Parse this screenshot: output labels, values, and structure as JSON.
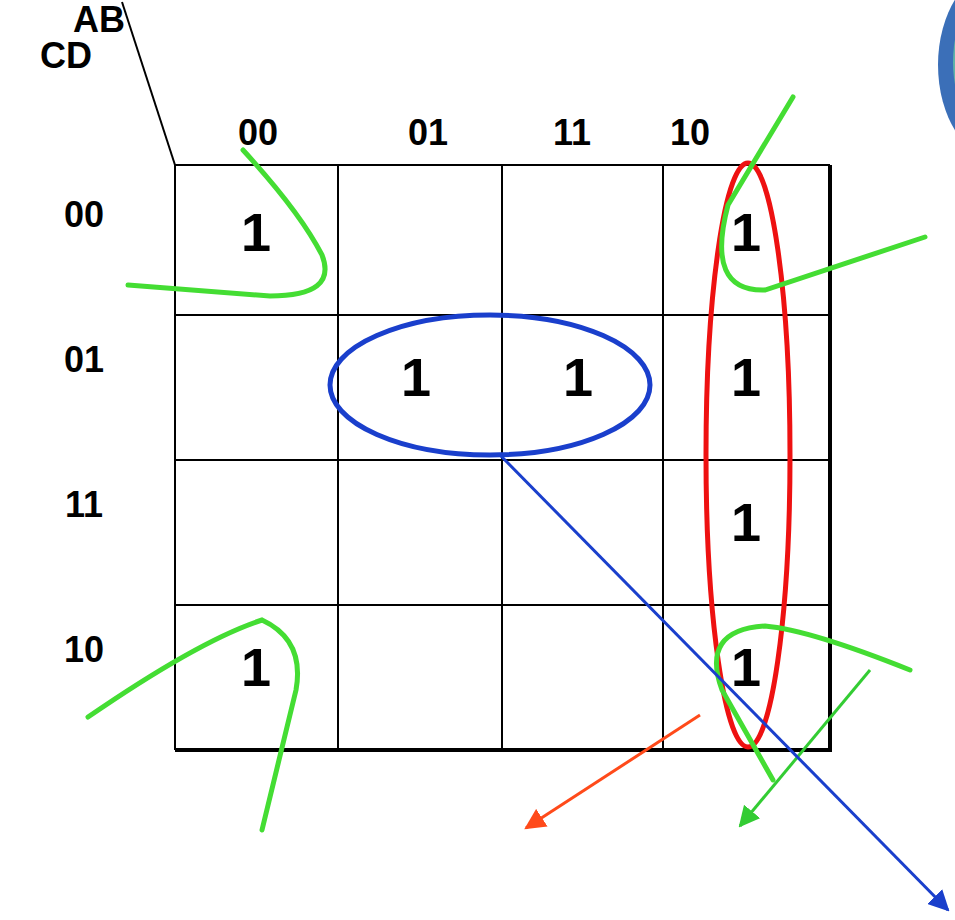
{
  "diagram": {
    "labels": [
      "AB",
      "CD",
      "00",
      "01",
      "11",
      "10",
      "00",
      "01",
      "11",
      "10",
      "1",
      "1",
      "1",
      "1",
      "1",
      "1",
      "1",
      "1"
    ]
  }
}
